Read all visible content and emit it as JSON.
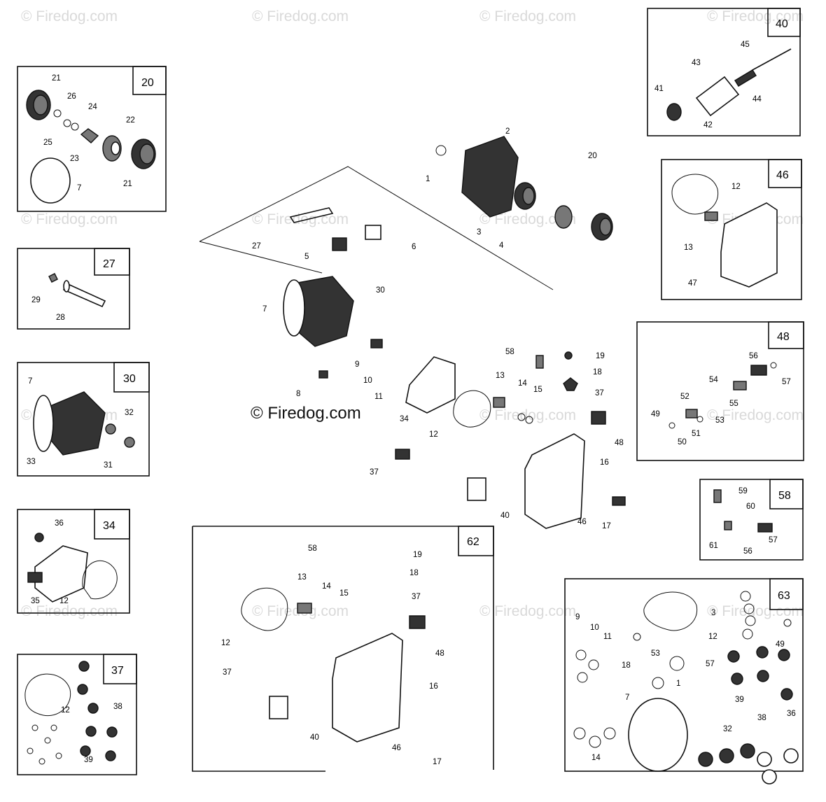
{
  "watermark": "© Firedog.com",
  "credit": "© Firedog.com",
  "inset_boxes": [
    "20",
    "27",
    "30",
    "34",
    "37",
    "40",
    "46",
    "48",
    "58",
    "62",
    "63"
  ],
  "main_labels": [
    "1",
    "2",
    "3",
    "4",
    "5",
    "6",
    "7",
    "8",
    "9",
    "10",
    "11",
    "12",
    "13",
    "14",
    "15",
    "16",
    "17",
    "18",
    "19",
    "20",
    "27",
    "30",
    "34",
    "37",
    "40",
    "46",
    "48",
    "58"
  ],
  "box20_labels": [
    "21",
    "26",
    "24",
    "25",
    "22",
    "23",
    "7",
    "21"
  ],
  "box27_labels": [
    "29",
    "28"
  ],
  "box30_labels": [
    "7",
    "32",
    "33",
    "31"
  ],
  "box34_labels": [
    "36",
    "35",
    "12"
  ],
  "box37_labels": [
    "12",
    "38",
    "39"
  ],
  "box40_labels": [
    "45",
    "43",
    "41",
    "44",
    "42"
  ],
  "box46_labels": [
    "12",
    "13",
    "47"
  ],
  "box48_labels": [
    "56",
    "54",
    "52",
    "57",
    "55",
    "49",
    "53",
    "51",
    "50"
  ],
  "box58_labels": [
    "59",
    "60",
    "61",
    "56",
    "57"
  ],
  "box62_labels": [
    "58",
    "19",
    "18",
    "13",
    "14",
    "15",
    "37",
    "12",
    "48",
    "37",
    "16",
    "40",
    "46",
    "17"
  ],
  "box63_labels": [
    "9",
    "10",
    "11",
    "12",
    "3",
    "49",
    "18",
    "53",
    "57",
    "1",
    "7",
    "39",
    "38",
    "32",
    "36",
    "14"
  ]
}
